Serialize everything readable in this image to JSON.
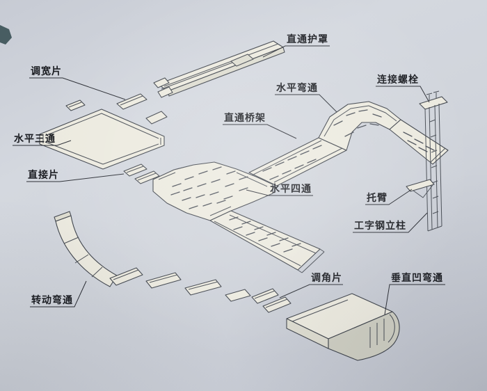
{
  "palette": {
    "background": "#cdd1d9",
    "ink": "#3e434b",
    "paper_fill": "#eceadf",
    "label_color": "#1a1c21",
    "leader_color": "#2b2e35"
  },
  "labels": [
    {
      "name": "straight-cover",
      "text": "直通护罩"
    },
    {
      "name": "width-adjuster-plate",
      "text": "调宽片"
    },
    {
      "name": "horizontal-bend",
      "text": "水平弯通"
    },
    {
      "name": "connecting-bolt",
      "text": "连接螺栓"
    },
    {
      "name": "straight-tray",
      "text": "直通桥架"
    },
    {
      "name": "horizontal-tee",
      "text": "水平三通"
    },
    {
      "name": "connector-plate",
      "text": "直接片"
    },
    {
      "name": "horizontal-cross",
      "text": "水平四通"
    },
    {
      "name": "bracket-arm",
      "text": "托臂"
    },
    {
      "name": "i-beam-column",
      "text": "工字钢立柱"
    },
    {
      "name": "angle-adjuster-plate",
      "text": "调角片"
    },
    {
      "name": "vertical-concave-bend",
      "text": "垂直凹弯通"
    },
    {
      "name": "rotating-bend",
      "text": "转动弯通"
    }
  ]
}
